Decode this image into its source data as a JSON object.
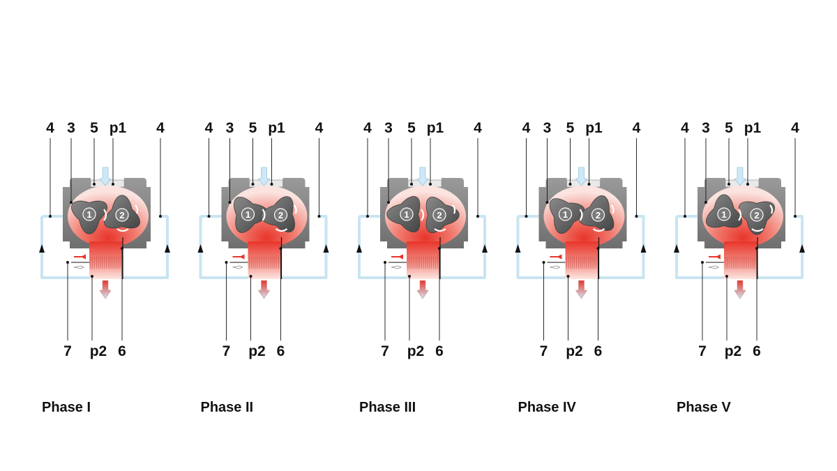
{
  "diagram": {
    "rotor_labels": [
      "1",
      "2"
    ],
    "colors": {
      "cooling_loop": "#c9e4f2",
      "hot_gas": "#e8352b",
      "warm_gas": "#f7c6bf",
      "housing": "#8a8a8a",
      "rotor": "#5b5b5b",
      "arrow_in": "#cfe8f6"
    },
    "phases": [
      {
        "title": "Phase I",
        "top_labels": {
          "left4": "4",
          "three": "3",
          "five": "5",
          "p1": "p1",
          "right4": "4"
        },
        "bottom_labels": {
          "seven": "7",
          "p2": "p2",
          "six": "6"
        },
        "rotor_angle": 0
      },
      {
        "title": "Phase II",
        "top_labels": {
          "left4": "4",
          "three": "3",
          "five": "5",
          "p1": "p1",
          "right4": "4"
        },
        "bottom_labels": {
          "seven": "7",
          "p2": "p2",
          "six": "6"
        },
        "rotor_angle": 25
      },
      {
        "title": "Phase III",
        "top_labels": {
          "left4": "4",
          "three": "3",
          "five": "5",
          "p1": "p1",
          "right4": "4"
        },
        "bottom_labels": {
          "seven": "7",
          "p2": "p2",
          "six": "6"
        },
        "rotor_angle": 90
      },
      {
        "title": "Phase IV",
        "top_labels": {
          "left4": "4",
          "three": "3",
          "five": "5",
          "p1": "p1",
          "right4": "4"
        },
        "bottom_labels": {
          "seven": "7",
          "p2": "p2",
          "six": "6"
        },
        "rotor_angle": 135
      },
      {
        "title": "Phase V",
        "top_labels": {
          "left4": "4",
          "three": "3",
          "five": "5",
          "p1": "p1",
          "right4": "4"
        },
        "bottom_labels": {
          "seven": "7",
          "p2": "p2",
          "six": "6"
        },
        "rotor_angle": 180
      }
    ]
  }
}
